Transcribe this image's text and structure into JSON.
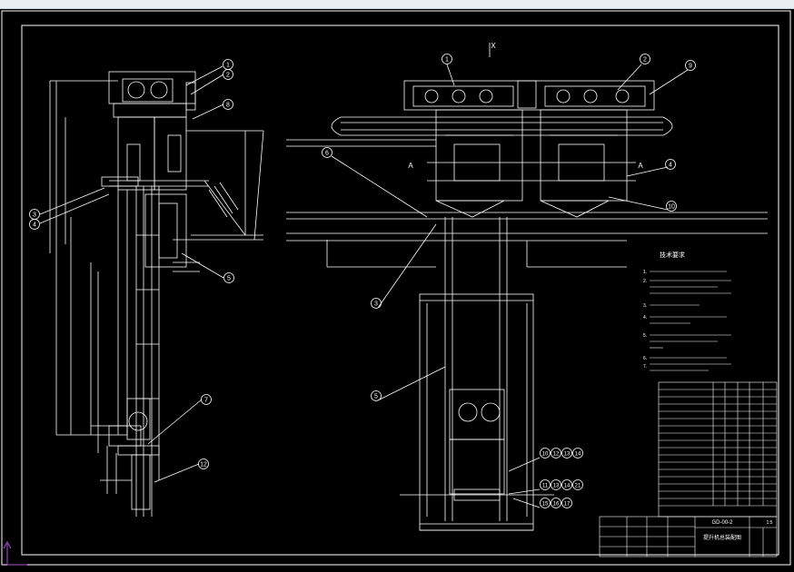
{
  "drawing": {
    "view_marker": "X",
    "callouts_left": [
      "1",
      "2",
      "8",
      "3",
      "4",
      "5",
      "7",
      "12"
    ],
    "callouts_right": [
      "1",
      "2",
      "9",
      "6",
      "A",
      "4",
      "10",
      "3",
      "5",
      "10",
      "12",
      "13",
      "14",
      "11",
      "15",
      "16",
      "17",
      "21"
    ],
    "section_markers": [
      "A",
      "A"
    ]
  },
  "notes": {
    "title": "技术要求",
    "items": [
      "1.",
      "2.",
      "3.",
      "4.",
      "5.",
      "6.",
      "7."
    ]
  },
  "title_block": {
    "drawing_no": "GD-00-2",
    "title": "提升机总装配图",
    "scale": "1:5"
  },
  "colors": {
    "background": "#000000",
    "linework": "#ffffff",
    "top_strip": "#e9eef3",
    "ucs_icon": "#b04fd8"
  }
}
